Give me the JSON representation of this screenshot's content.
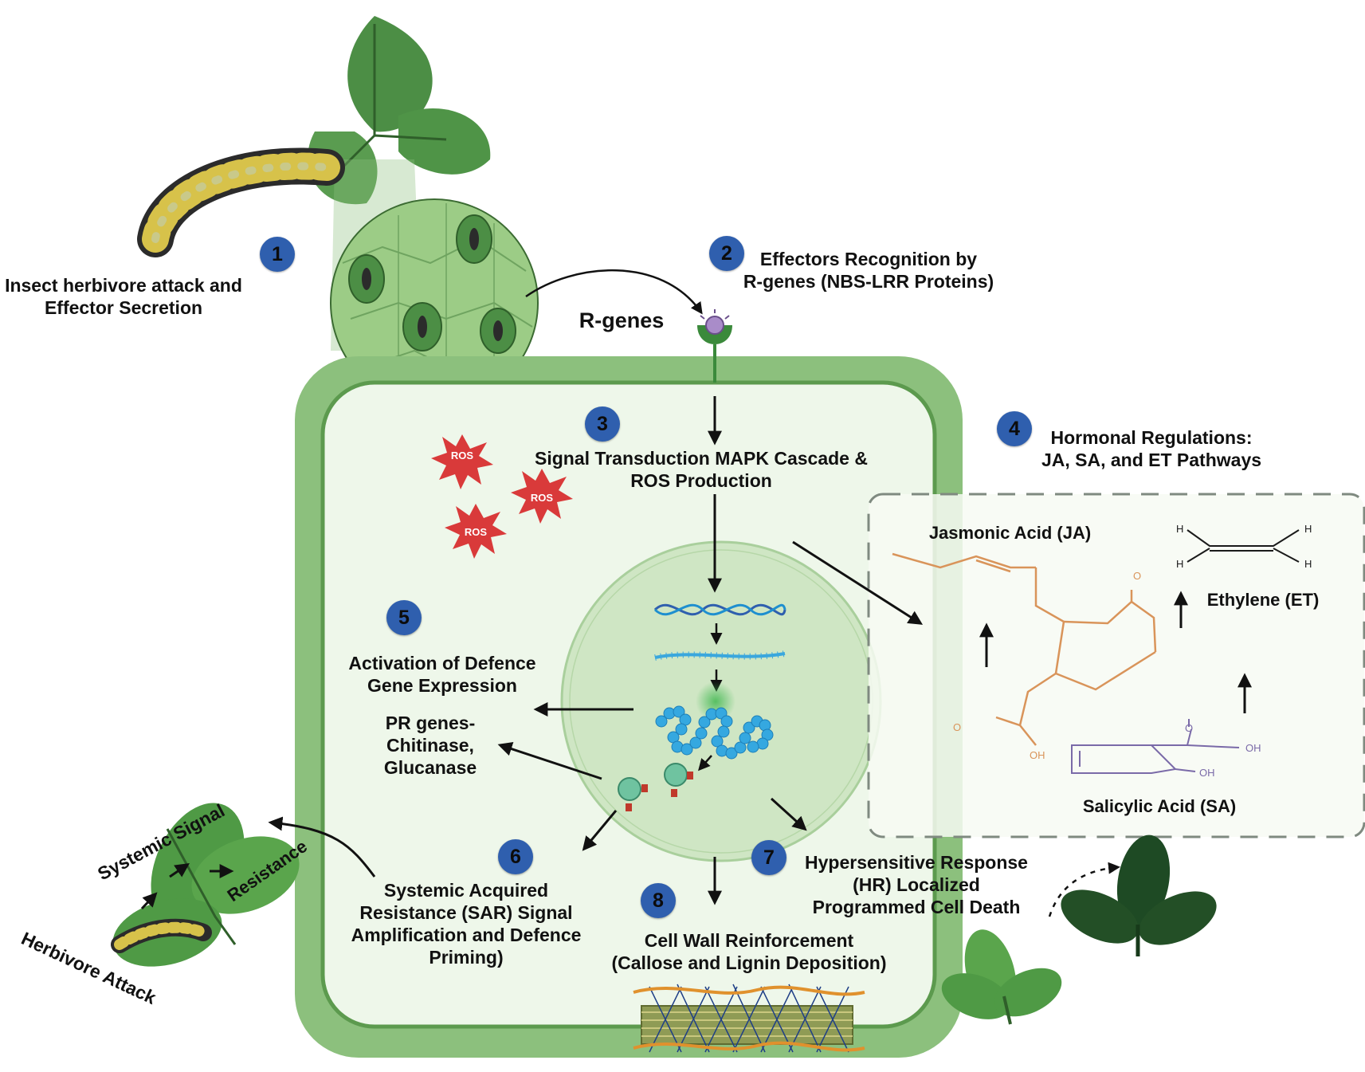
{
  "steps": [
    {
      "n": "1",
      "text": "Insect herbivore attack and\nEffector Secretion"
    },
    {
      "n": "2",
      "text": "Effectors Recognition by\nR-genes (NBS-LRR Proteins)"
    },
    {
      "n": "3",
      "text": "Signal Transduction MAPK Cascade &\nROS Production"
    },
    {
      "n": "4",
      "text": "Hormonal Regulations:\nJA, SA, and ET Pathways"
    },
    {
      "n": "5",
      "text": "Activation of Defence\nGene Expression"
    },
    {
      "n": "6",
      "text": "Systemic Acquired\nResistance (SAR) Signal\nAmplification and Defence\nPriming)"
    },
    {
      "n": "7",
      "text": "Hypersensitive Response\n(HR) Localized\nProgrammed Cell Death"
    },
    {
      "n": "8",
      "text": "Cell Wall Reinforcement\n(Callose and Lignin Deposition)"
    }
  ],
  "labels": {
    "r_genes": "R-genes",
    "pr_genes": "PR genes-\nChitinase,\nGlucanase",
    "ros": "ROS",
    "jasmonic_acid": "Jasmonic Acid (JA)",
    "ethylene": "Ethylene (ET)",
    "salicylic_acid": "Salicylic Acid (SA)",
    "systemic_signal": "Systemic Signal",
    "resistance": "Resistance",
    "herbivore_attack": "Herbivore Attack"
  },
  "chem_atoms": {
    "o": "O",
    "oh": "OH",
    "h": "H"
  },
  "colors": {
    "step_badge": "#2f5fae",
    "cell_wall": "#8cc07d",
    "cytoplasm": "#eef7ea",
    "nucleus": "#cfe6c4",
    "ros": "#d93a3a",
    "jasmonic_acid": "#d9945a",
    "salicylic_acid": "#7a6aa8",
    "leaf": "#4f9a45"
  }
}
